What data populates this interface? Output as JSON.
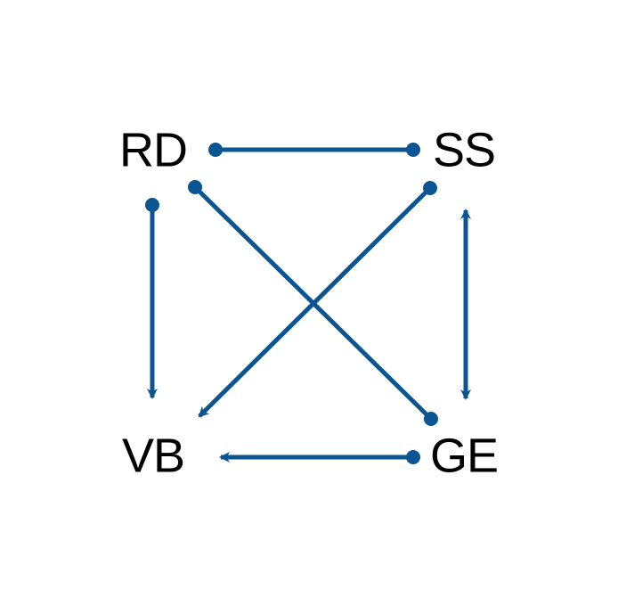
{
  "diagram": {
    "line_color": "#0b5592",
    "nodes": {
      "rd": "RD",
      "ss": "SS",
      "vb": "VB",
      "ge": "GE"
    },
    "edges": [
      {
        "from": "RD",
        "to": "SS",
        "tail": "dot",
        "head": "dot"
      },
      {
        "from": "RD",
        "to": "VB",
        "tail": "dot",
        "head": "arrow"
      },
      {
        "from": "RD",
        "to": "GE",
        "tail": "dot",
        "head": "dot"
      },
      {
        "from": "SS",
        "to": "VB",
        "tail": "dot",
        "head": "arrow"
      },
      {
        "from": "SS",
        "to": "GE",
        "tail": "arrow",
        "head": "arrow"
      },
      {
        "from": "GE",
        "to": "VB",
        "tail": "dot",
        "head": "arrow"
      }
    ]
  }
}
